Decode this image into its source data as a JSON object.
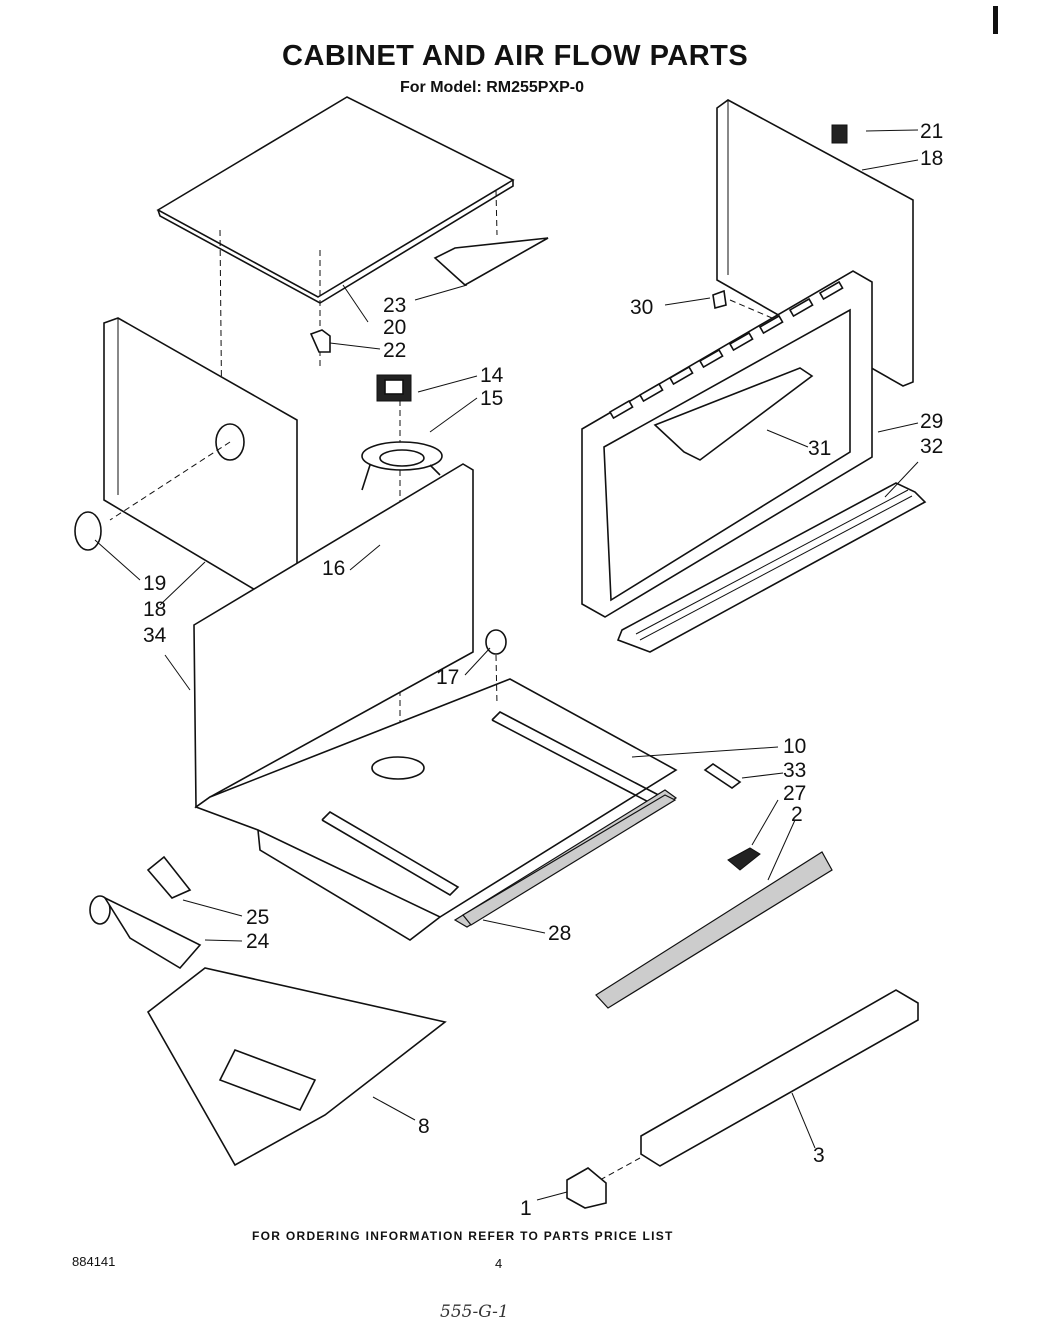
{
  "header": {
    "title": "CABINET AND AIR FLOW PARTS",
    "subtitle": "For Model: RM255PXP-0"
  },
  "callouts": [
    "21",
    "18",
    "23",
    "20",
    "22",
    "30",
    "14",
    "15",
    "29",
    "32",
    "31",
    "16",
    "19",
    "18",
    "34",
    "17",
    "10",
    "33",
    "27",
    "2",
    "25",
    "24",
    "28",
    "8",
    "3",
    "1"
  ],
  "footer": {
    "ordering_note": "FOR ORDERING INFORMATION REFER TO PARTS PRICE LIST",
    "document_number": "884141",
    "page_number": "4",
    "handwritten_note": "555-G-1"
  }
}
